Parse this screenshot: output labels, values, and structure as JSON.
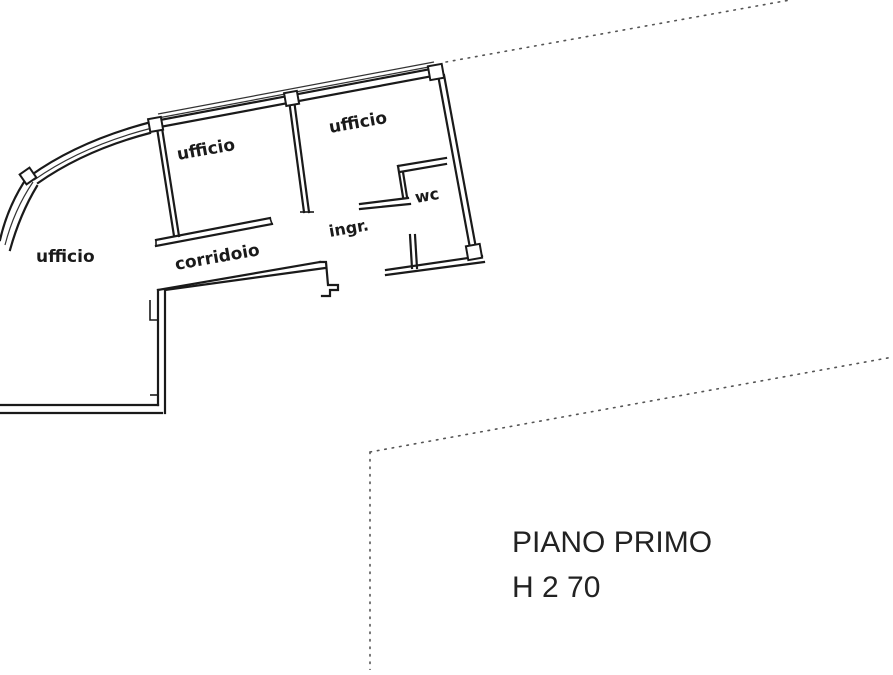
{
  "rooms": {
    "office_left": "ufficio",
    "office_center": "ufficio",
    "office_right": "ufficio",
    "corridor": "corridoio",
    "entrance": "ingr.",
    "wc": "wc"
  },
  "title": {
    "floor": "PIANO PRIMO",
    "height": "H 2 70"
  }
}
